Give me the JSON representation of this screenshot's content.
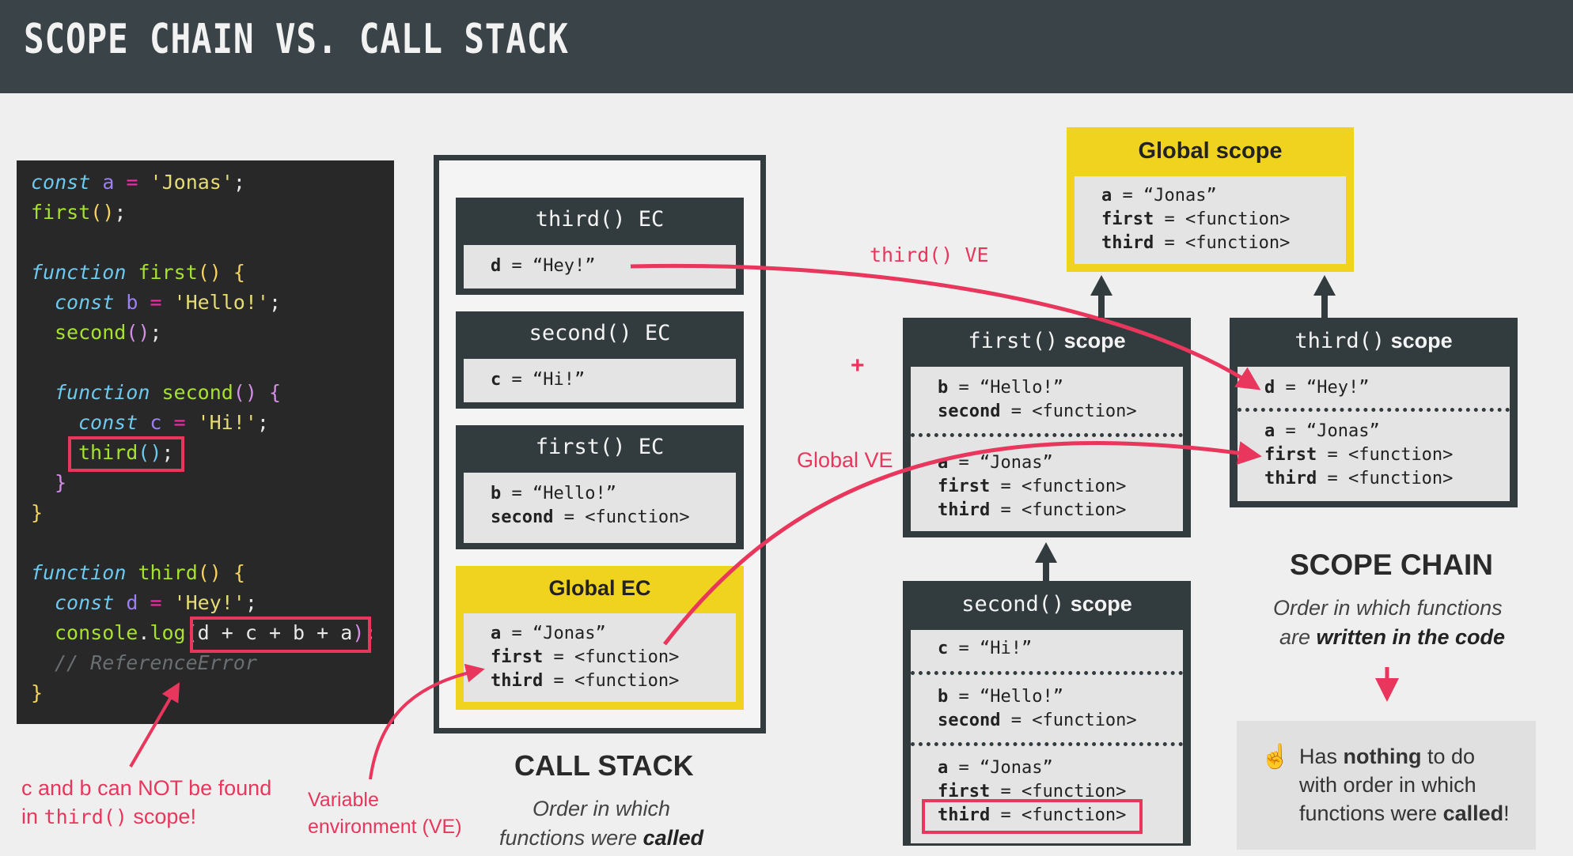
{
  "title": "SCOPE CHAIN VS. CALL STACK",
  "code": {
    "l1": {
      "kw": "const",
      "var": "a",
      "eq": " = ",
      "str": "'Jonas'",
      "end": ";"
    },
    "l2": {
      "fn": "first",
      "par": "()",
      "end": ";"
    },
    "l4": {
      "kw": "function",
      "fn": "first",
      "sig": "() {"
    },
    "l5": {
      "kw": "const",
      "var": "b",
      "eq": " = ",
      "str": "'Hello!'",
      "end": ";"
    },
    "l6": {
      "fn": "second",
      "par": "()",
      "end": ";"
    },
    "l8": {
      "kw": "function",
      "fn": "second",
      "sig": "() {"
    },
    "l9": {
      "kw": "const",
      "var": "c",
      "eq": " = ",
      "str": "'Hi!'",
      "end": ";"
    },
    "l10": {
      "fn": "third",
      "par": "()",
      "end": ";"
    },
    "l11": "}",
    "l12": "}",
    "l14": {
      "kw": "function",
      "fn": "third",
      "sig": "() {"
    },
    "l15": {
      "kw": "const",
      "var": "d",
      "eq": " = ",
      "str": "'Hey!'",
      "end": ";"
    },
    "l16": {
      "obj": "console",
      "dot": ".",
      "meth": "log",
      "open": "(",
      "args": "d + c + b + a",
      "close": ")",
      "end": ";"
    },
    "l17": "// ReferenceError",
    "l18": "}"
  },
  "call_stack": {
    "third_ec": {
      "title": "third() EC",
      "vars": [
        [
          "d",
          " = “Hey!”"
        ]
      ]
    },
    "second_ec": {
      "title": "second() EC",
      "vars": [
        [
          "c",
          " = “Hi!”"
        ]
      ]
    },
    "first_ec": {
      "title": "first() EC",
      "vars": [
        [
          "b",
          " = “Hello!”"
        ],
        [
          "second",
          " = <function>"
        ]
      ]
    },
    "global_ec": {
      "title": "Global EC",
      "vars": [
        [
          "a",
          " = “Jonas”"
        ],
        [
          "first",
          " = <function>"
        ],
        [
          "third",
          " = <function>"
        ]
      ]
    },
    "heading": "CALL STACK",
    "sub1": "Order in which",
    "sub2a": "functions were ",
    "sub2b": "called"
  },
  "scopes": {
    "global": {
      "title": "Global scope",
      "vars": [
        [
          "a",
          " = “Jonas”"
        ],
        [
          "first",
          " = <function>"
        ],
        [
          "third",
          " = <function>"
        ]
      ]
    },
    "first": {
      "title_fn": "first()",
      "title_w": " scope",
      "own": [
        [
          "b",
          " = “Hello!”"
        ],
        [
          "second",
          " = <function>"
        ]
      ],
      "parent": [
        [
          "a",
          " = “Jonas”"
        ],
        [
          "first",
          " = <function>"
        ],
        [
          "third",
          " = <function>"
        ]
      ]
    },
    "third": {
      "title_fn": "third()",
      "title_w": " scope",
      "own": [
        [
          "d",
          " = “Hey!”"
        ]
      ],
      "parent": [
        [
          "a",
          " = “Jonas”"
        ],
        [
          "first",
          " = <function>"
        ],
        [
          "third",
          " = <function>"
        ]
      ]
    },
    "second": {
      "title_fn": "second()",
      "title_w": " scope",
      "own": [
        [
          "c",
          " = “Hi!”"
        ]
      ],
      "p1": [
        [
          "b",
          " = “Hello!”"
        ],
        [
          "second",
          " = <function>"
        ]
      ],
      "p2": [
        [
          "a",
          " = “Jonas”"
        ],
        [
          "first",
          " = <function>"
        ],
        [
          "third",
          " = <function>"
        ]
      ]
    }
  },
  "annotations": {
    "third_ve": "third() VE",
    "global_ve": "Global VE",
    "plus": "+",
    "ve_1": "Variable",
    "ve_2": "environment (VE)",
    "cb_1": "c and b can NOT be found",
    "cb_2a": "in ",
    "cb_2b": "third()",
    "cb_2c": " scope!"
  },
  "scope_chain": {
    "heading": "SCOPE CHAIN",
    "sub1": "Order in which functions",
    "sub2a": "are ",
    "sub2b": "written in the code",
    "note_icon": "☝",
    "note1a": "Has ",
    "note1b": "nothing",
    "note1c": " to do",
    "note2": "with order in which",
    "note3a": "functions were ",
    "note3b": "called",
    "note3c": "!"
  },
  "colors": {
    "accent_red": "#e8365c",
    "yellow": "#f0d31e",
    "dark": "#323b3e"
  }
}
